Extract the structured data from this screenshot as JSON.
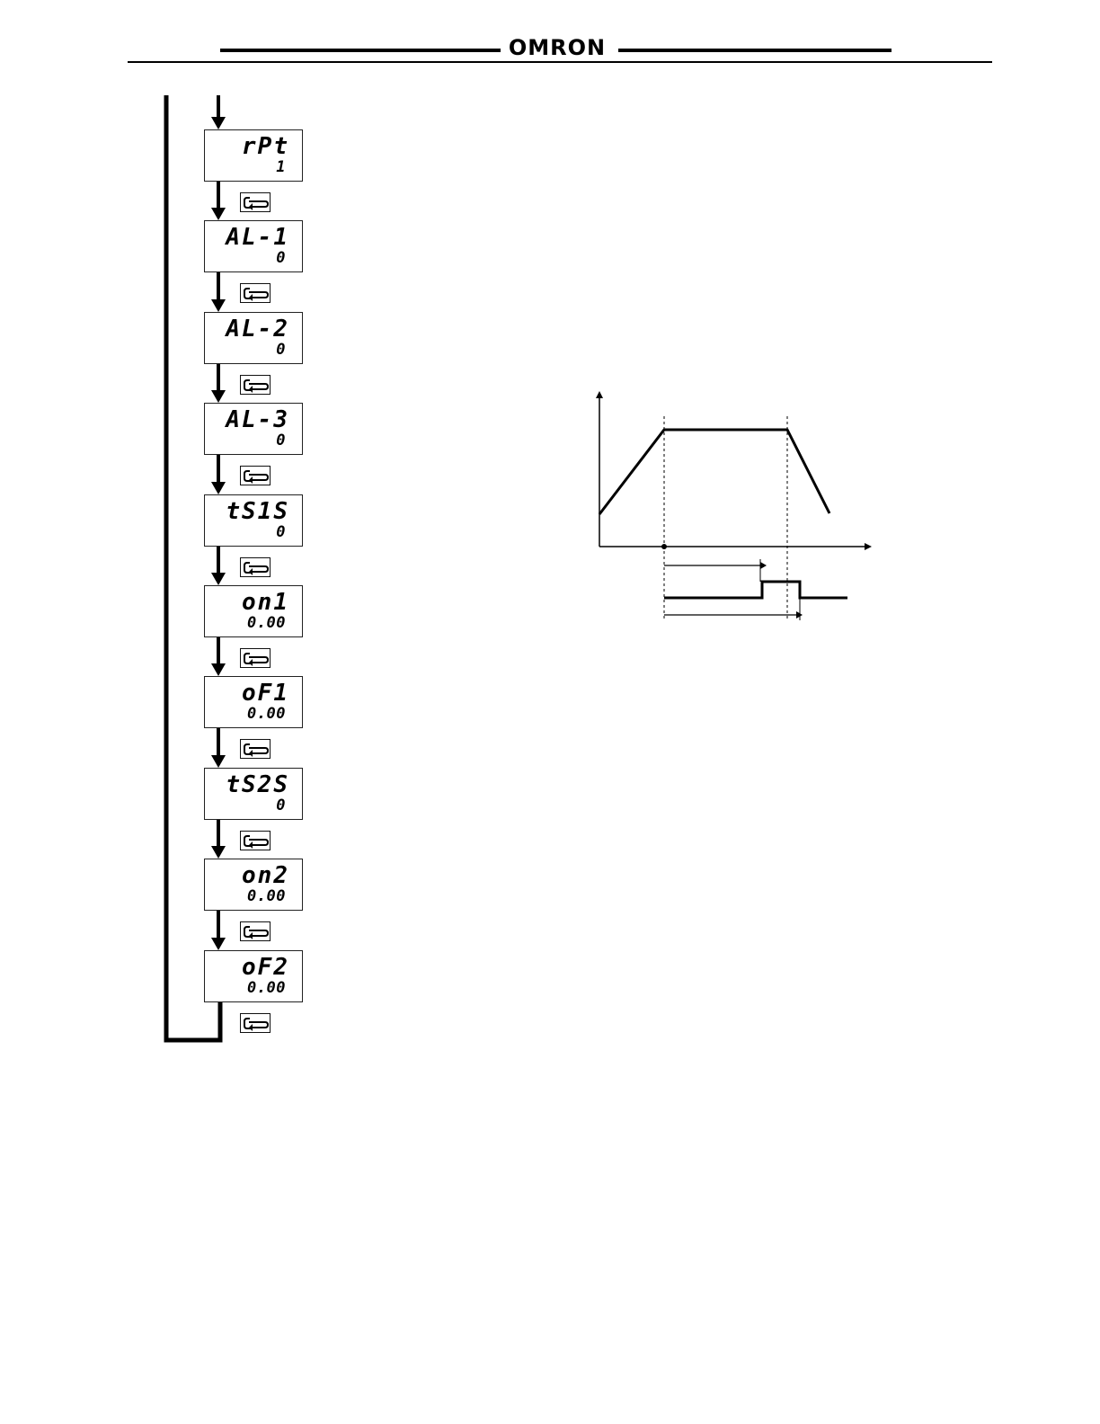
{
  "header": {
    "logo": "OMRON"
  },
  "params": [
    {
      "mnemonic": "rPt",
      "value": "1"
    },
    {
      "mnemonic": "AL-1",
      "value": "0"
    },
    {
      "mnemonic": "AL-2",
      "value": "0"
    },
    {
      "mnemonic": "AL-3",
      "value": "0"
    },
    {
      "mnemonic": "tS1S",
      "value": "0"
    },
    {
      "mnemonic": "on1",
      "value": "0.00"
    },
    {
      "mnemonic": "oF1",
      "value": "0.00"
    },
    {
      "mnemonic": "tS2S",
      "value": "0"
    },
    {
      "mnemonic": "on2",
      "value": "0.00"
    },
    {
      "mnemonic": "oF2",
      "value": "0.00"
    }
  ],
  "icons": {
    "key": "mode-key-icon",
    "arrow": "arrow-down-icon"
  }
}
